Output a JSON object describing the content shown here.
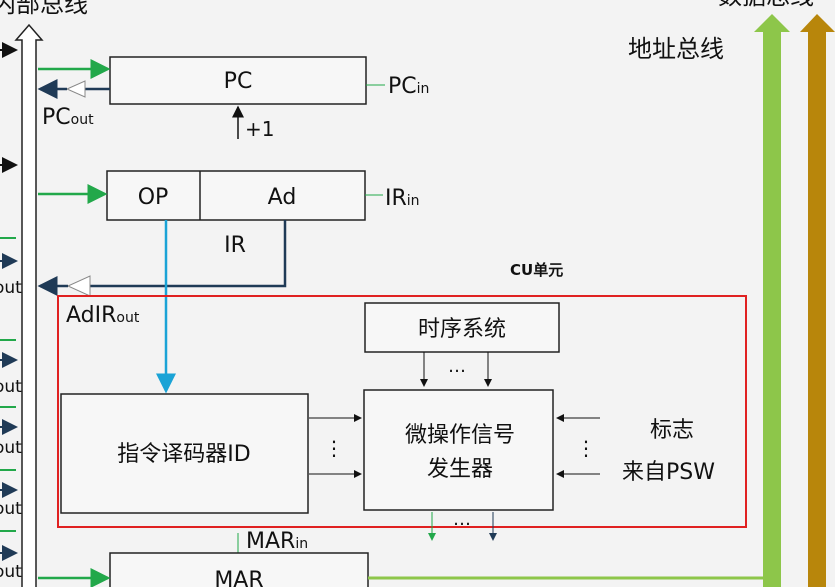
{
  "buses": {
    "internal_bus": "内部总线",
    "address_bus": "地址总线",
    "data_bus": "数据总线"
  },
  "registers": {
    "pc": "PC",
    "pc_in": "PC",
    "pc_in_sub": "in",
    "pc_out": "PC",
    "pc_out_sub": "out",
    "pc_increment": "+1",
    "ir_op": "OP",
    "ir_ad": "Ad",
    "ir": "IR",
    "ir_in": "IR",
    "ir_in_sub": "in",
    "adir_out": "AdIR",
    "adir_out_sub": "out",
    "mar": "MAR",
    "mar_in": "MAR",
    "mar_in_sub": "in"
  },
  "cu": {
    "title": "CU单元",
    "timing": "时序系统",
    "decoder": "指令译码器ID",
    "micro_op_line1": "微操作信号",
    "micro_op_line2": "发生器",
    "flags_line1": "标志",
    "flags_line2": "来自PSW",
    "dots_h": "…",
    "dots_v": "⋮"
  },
  "left_edge_labels": [
    "out",
    "out",
    "out",
    "out",
    "out"
  ],
  "colors": {
    "accent_green": "#22a84a",
    "dark_blue": "#1f3a56",
    "cyan": "#1aa3d6",
    "address_bus": "#8dc64a",
    "data_bus": "#b8860b",
    "cu_border": "#e02020"
  }
}
